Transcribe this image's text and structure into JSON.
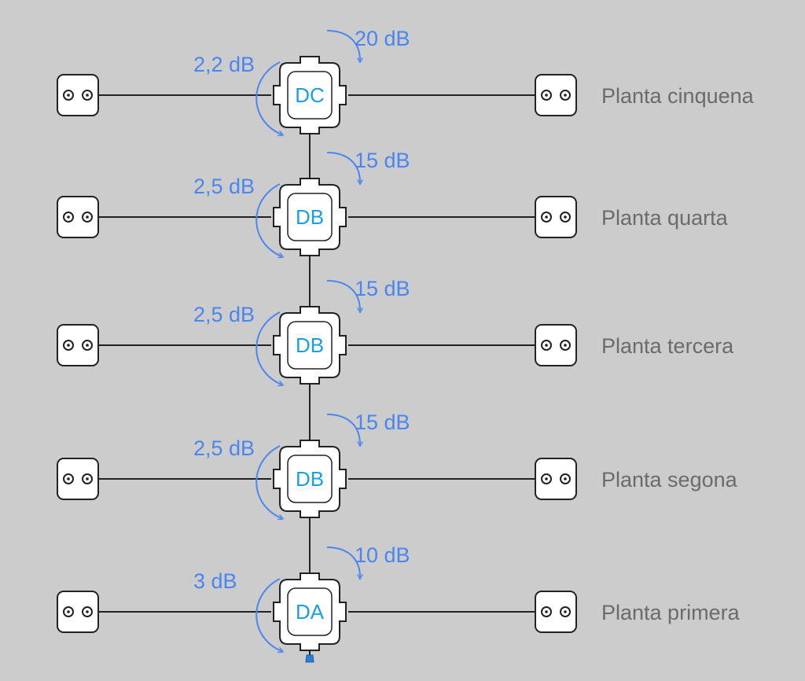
{
  "diagram": {
    "colors": {
      "background": "#cccccc",
      "line": "#222222",
      "arrow": "#4a86f0",
      "device_text": "#1aa0e0",
      "floor_text": "#6b6b6b",
      "terminator": "#2a7fd4"
    },
    "floors": [
      {
        "device": "DC",
        "tap_loss": "20 dB",
        "through_loss": "2,2 dB",
        "floor": "Planta cinquena"
      },
      {
        "device": "DB",
        "tap_loss": "15 dB",
        "through_loss": "2,5 dB",
        "floor": "Planta quarta"
      },
      {
        "device": "DB",
        "tap_loss": "15 dB",
        "through_loss": "2,5 dB",
        "floor": "Planta tercera"
      },
      {
        "device": "DB",
        "tap_loss": "15 dB",
        "through_loss": "2,5 dB",
        "floor": "Planta segona"
      },
      {
        "device": "DA",
        "tap_loss": "10 dB",
        "through_loss": "3 dB",
        "floor": "Planta primera"
      }
    ]
  }
}
